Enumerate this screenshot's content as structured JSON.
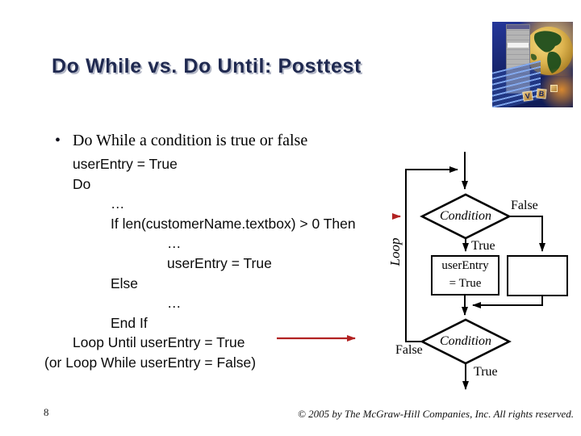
{
  "slide": {
    "title": "Do While vs. Do Until: Posttest",
    "page_number": "8",
    "copyright": "© 2005 by The McGraw-Hill Companies, Inc. All rights reserved.",
    "title_color": "#1f2950",
    "background_color": "#ffffff"
  },
  "bullet": {
    "marker": "•",
    "text": "Do While a condition is true or false"
  },
  "code": {
    "lines": [
      {
        "text": "userEntry = True",
        "indent": 0
      },
      {
        "text": "Do",
        "indent": 0
      },
      {
        "text": "…",
        "indent": 1
      },
      {
        "text": "If len(customerName.textbox) > 0 Then",
        "indent": 1
      },
      {
        "text": "…",
        "indent": 2
      },
      {
        "text": "userEntry = True",
        "indent": 2
      },
      {
        "text": "Else",
        "indent": 1
      },
      {
        "text": "…",
        "indent": 2
      },
      {
        "text": "End If",
        "indent": 1
      },
      {
        "text": "Loop Until userEntry = True",
        "indent": 0
      },
      {
        "text": "(or Loop While userEntry = False)",
        "indent": -1
      }
    ]
  },
  "flowchart": {
    "loop_label": "Loop",
    "diamond1": {
      "label": "Condition",
      "false_label": "False",
      "true_label": "True"
    },
    "process_box": {
      "line1": "userEntry",
      "line2": "= True"
    },
    "diamond2": {
      "label": "Condition",
      "false_label": "False",
      "true_label": "True"
    },
    "line_color": "#000000",
    "annotation_arrow_color": "#b22222"
  },
  "clipart": {
    "keys": [
      "V",
      "B"
    ]
  }
}
